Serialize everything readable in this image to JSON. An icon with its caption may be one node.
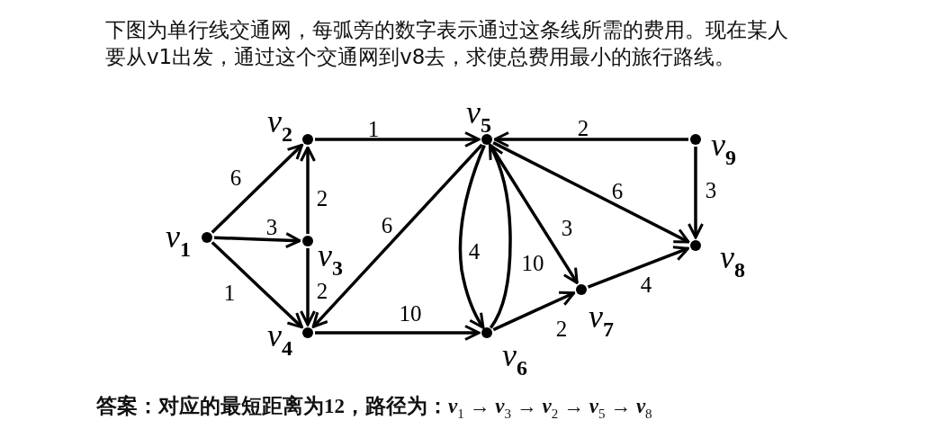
{
  "diagram": {
    "nodes": [
      {
        "text": [],
        "shape": "circle",
        "beside": [
          "v$_{1}$"
        ]
      },
      {
        "text": [],
        "shape": "circle",
        "beside": [
          "v$_{2}$"
        ]
      },
      {
        "text": [],
        "shape": "circle",
        "beside": [
          "v$_{3}$"
        ]
      },
      {
        "text": [],
        "shape": "circle",
        "beside": [
          "v$_{4}$"
        ]
      },
      {
        "text": [],
        "shape": "circle",
        "beside": [
          "v$_{5}$"
        ]
      },
      {
        "text": [],
        "shape": "circle",
        "beside": [
          "v$_{6}$"
        ]
      },
      {
        "text": [],
        "shape": "circle",
        "beside": [
          "v$_{7}$"
        ]
      },
      {
        "text": [],
        "shape": "circle",
        "beside": [
          "v$_{8}$"
        ]
      },
      {
        "text": [],
        "shape": "circle",
        "beside": [
          "v$_{9}$"
        ]
      }
    ],
    "edges": [
      {
        "from": 0,
        "to": 1,
        "arrow": "to",
        "label": "6"
      },
      {
        "from": 0,
        "to": 2,
        "arrow": "to",
        "label": "3"
      },
      {
        "from": 0,
        "to": 3,
        "arrow": "to",
        "label": "1"
      },
      {
        "from": 2,
        "to": 1,
        "arrow": "to",
        "label": "2"
      },
      {
        "from": 2,
        "to": 3,
        "arrow": "to",
        "label": "2"
      },
      {
        "from": 1,
        "to": 4,
        "arrow": "to",
        "label": "1"
      },
      {
        "from": 4,
        "to": 3,
        "arrow": "to",
        "label": "6"
      },
      {
        "from": 3,
        "to": 5,
        "arrow": "to",
        "label": "10"
      },
      {
        "from": 4,
        "to": 5,
        "arrow": "to",
        "label": "4"
      },
      {
        "from": 5,
        "to": 4,
        "arrow": "to",
        "label": "10"
      },
      {
        "from": 4,
        "to": 6,
        "arrow": "to",
        "label": "3"
      },
      {
        "from": 4,
        "to": 7,
        "arrow": "to",
        "label": "6"
      },
      {
        "from": 8,
        "to": 4,
        "arrow": "to",
        "label": "2"
      },
      {
        "from": 8,
        "to": 7,
        "arrow": "to",
        "label": "3"
      },
      {
        "from": 5,
        "to": 6,
        "arrow": "to",
        "label": "2"
      },
      {
        "from": 6,
        "to": 7,
        "arrow": "to",
        "label": "4"
      }
    ],
    "labels": [
      "下图为单行线交通网，每弧旁的数字表示通过这条线所需的费用。现在某人要从v1出发，通过这个交通网到v8去，求使总费用最小的旅行路线。",
      "答案：对应的最短距离为**12**，路径为：*v*$_{1}$ → *v*$_{3}$ → *v*$_{2}$ → *v*$_{5}$ → *v*$_{8}$"
    ]
  }
}
